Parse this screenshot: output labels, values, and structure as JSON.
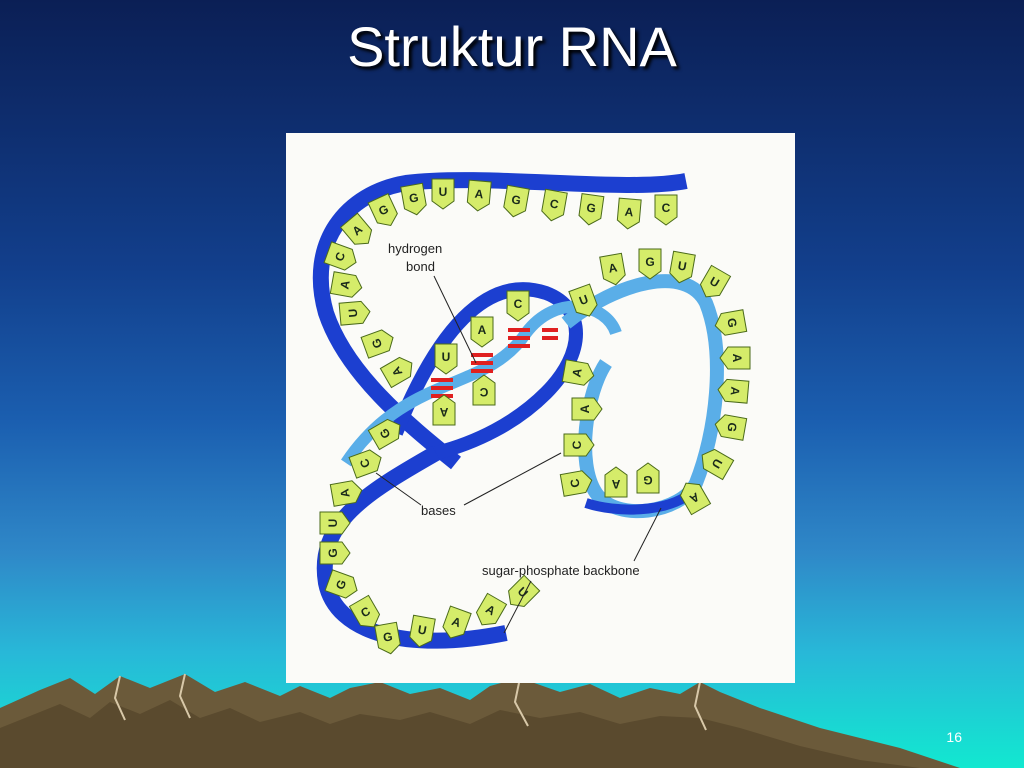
{
  "slide": {
    "title": "Struktur RNA",
    "page_number": "16"
  },
  "diagram": {
    "labels": {
      "hydrogen_line1": "hydrogen",
      "hydrogen_line2": "bond",
      "bases": "bases",
      "backbone": "sugar-phosphate backbone"
    },
    "base_letters": [
      "A",
      "G",
      "G",
      "U",
      "A",
      "G",
      "C",
      "G",
      "A",
      "C",
      "C",
      "A",
      "U",
      "G",
      "A",
      "U",
      "A",
      "C",
      "U",
      "A",
      "G",
      "U",
      "U",
      "G",
      "A",
      "A",
      "G",
      "U",
      "A",
      "A",
      "A",
      "C",
      "C",
      "A",
      "G",
      "A",
      "C",
      "G",
      "C",
      "A",
      "U",
      "G",
      "G",
      "C",
      "G",
      "U",
      "A",
      "A",
      "U"
    ],
    "colors": {
      "backbone_dark": "#1c3fd0",
      "backbone_light": "#5aaee8",
      "base_fill": "#d5ec6a",
      "hbond": "#e02020"
    }
  }
}
